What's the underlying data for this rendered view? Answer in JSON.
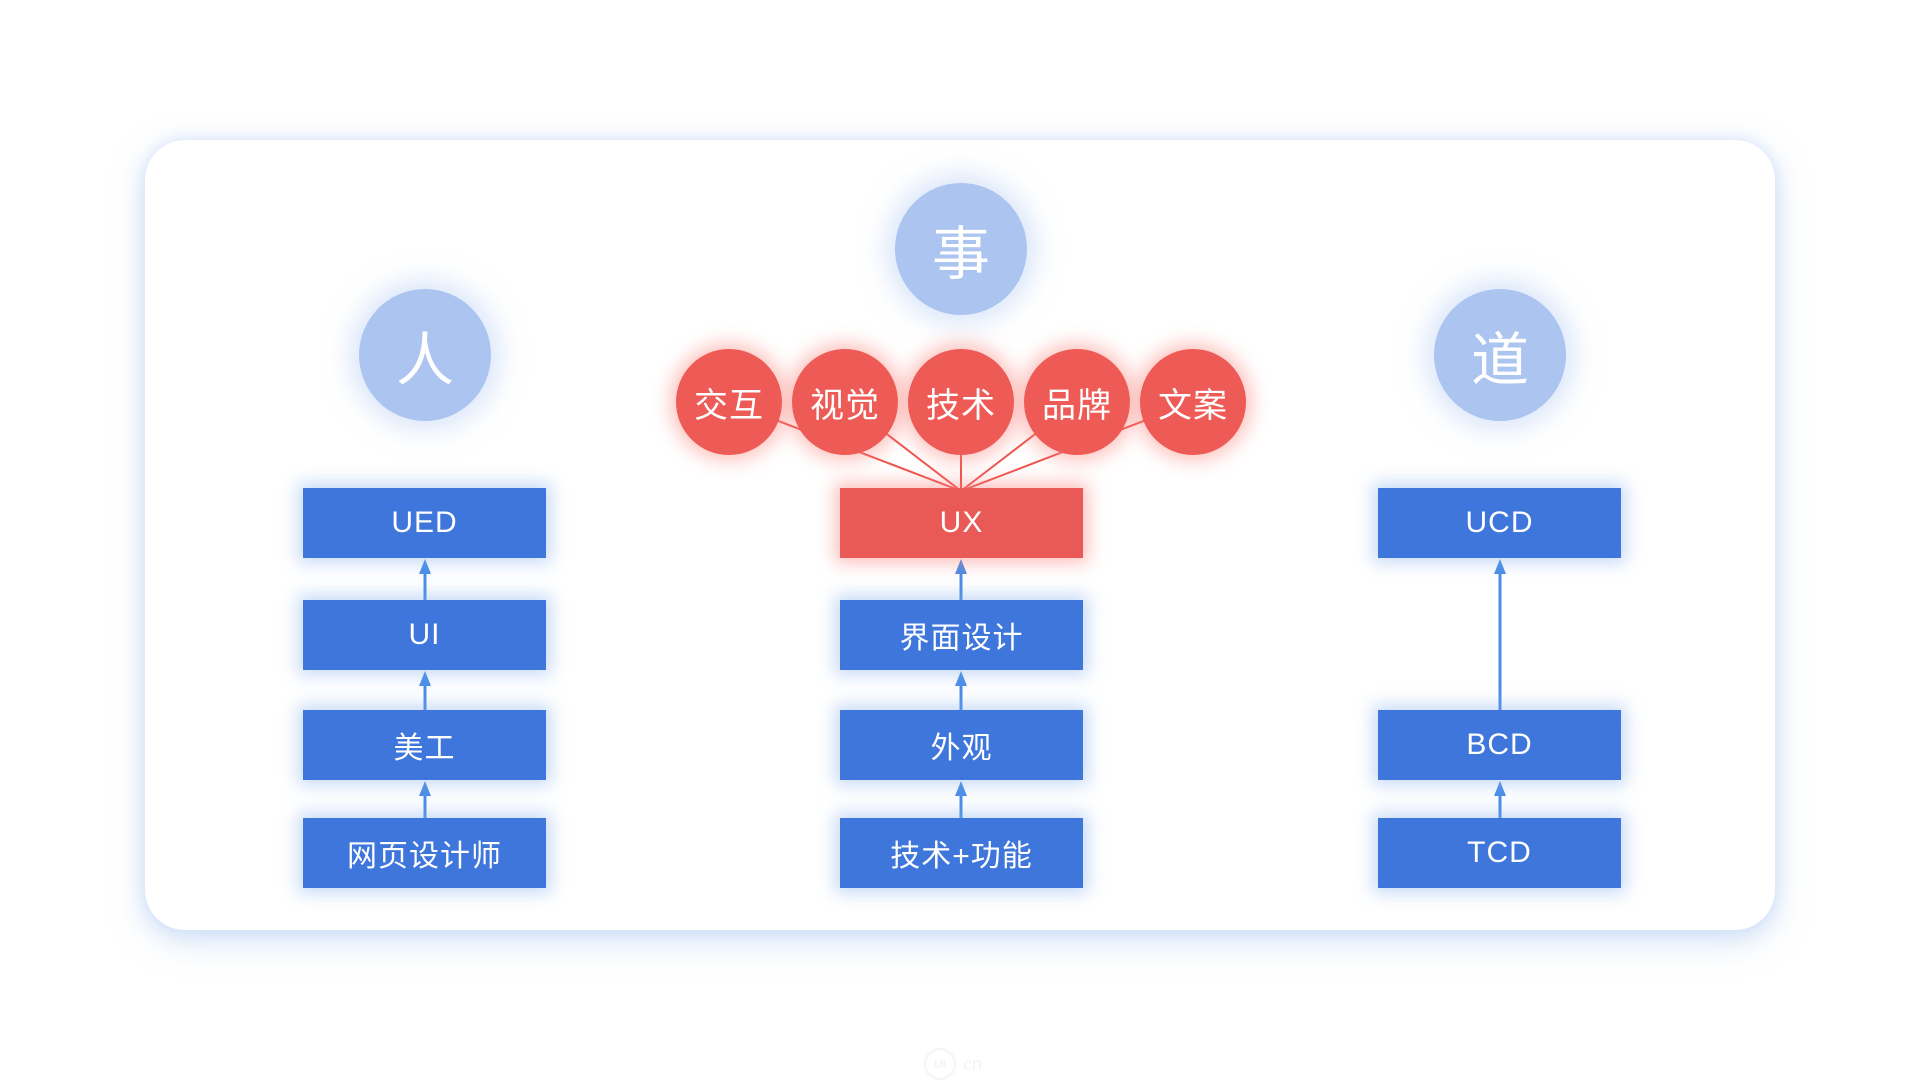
{
  "palette": {
    "box_blue": "#3E76DB",
    "red_box": "#E95955",
    "node_red": "#EE5A55",
    "circle_blue": "#ACC4F0",
    "arrow_blue": "#4B8DE6",
    "line_red": "#EE5450"
  },
  "top_circles": {
    "left": "人",
    "center": "事",
    "right": "道"
  },
  "red_nodes": [
    "交互",
    "视觉",
    "技术",
    "品牌",
    "文案"
  ],
  "left_column": [
    "UED",
    "UI",
    "美工",
    "网页设计师"
  ],
  "center_column": [
    "UX",
    "界面设计",
    "外观",
    "技术+功能"
  ],
  "right_column": [
    "UCD",
    "BCD",
    "TCD"
  ],
  "watermark": {
    "logo_text": "UI",
    "suffix": "cn"
  }
}
